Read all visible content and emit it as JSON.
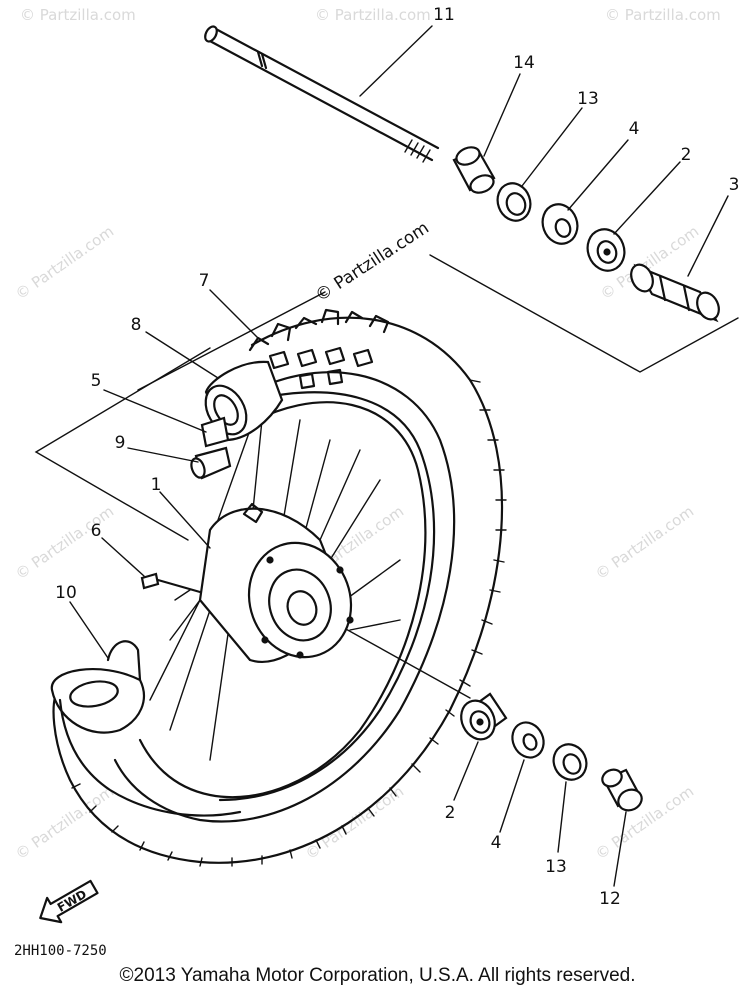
{
  "callouts": [
    {
      "id": "c11",
      "label": "11"
    },
    {
      "id": "c14",
      "label": "14"
    },
    {
      "id": "c13a",
      "label": "13"
    },
    {
      "id": "c4a",
      "label": "4"
    },
    {
      "id": "c2a",
      "label": "2"
    },
    {
      "id": "c3",
      "label": "3"
    },
    {
      "id": "c7",
      "label": "7"
    },
    {
      "id": "c8",
      "label": "8"
    },
    {
      "id": "c5",
      "label": "5"
    },
    {
      "id": "c9",
      "label": "9"
    },
    {
      "id": "c1",
      "label": "1"
    },
    {
      "id": "c6",
      "label": "6"
    },
    {
      "id": "c10",
      "label": "10"
    },
    {
      "id": "c2b",
      "label": "2"
    },
    {
      "id": "c4b",
      "label": "4"
    },
    {
      "id": "c13b",
      "label": "13"
    },
    {
      "id": "c12",
      "label": "12"
    }
  ],
  "watermark": "© Partzilla.com",
  "fwd_label": "FWD",
  "diagram_code": "2HH100-7250",
  "copyright": "©2013  Yamaha Motor Corporation, U.S.A. All rights reserved."
}
